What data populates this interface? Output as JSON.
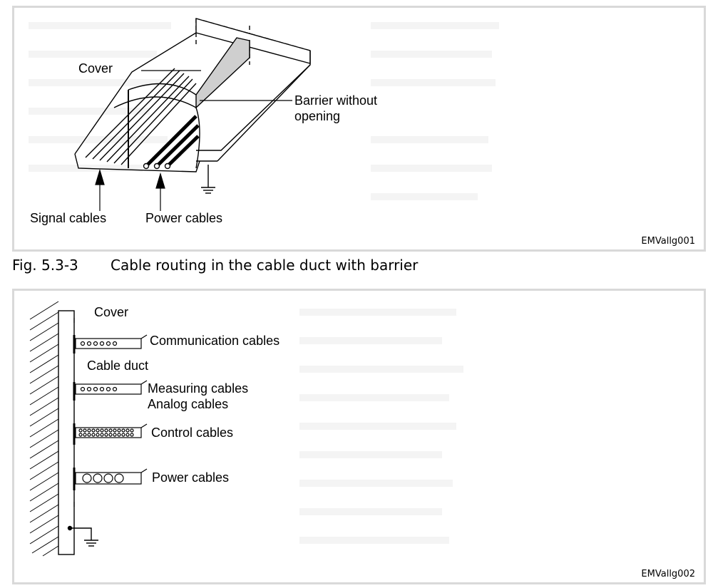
{
  "figure1": {
    "labels": {
      "cover": "Cover",
      "barrier_line1": "Barrier without",
      "barrier_line2": "opening",
      "signal": "Signal cables",
      "power": "Power cables"
    },
    "code": "EMVallg001"
  },
  "caption": {
    "number": "Fig. 5.3-3",
    "text": "Cable routing in the cable duct with barrier"
  },
  "figure2": {
    "labels": {
      "cover": "Cover",
      "communication": "Communication cables",
      "cable_duct": "Cable duct",
      "measuring_line1": "Measuring cables",
      "measuring_line2": "Analog cables",
      "control": "Control cables",
      "power": "Power cables"
    },
    "code": "EMVallg002"
  }
}
